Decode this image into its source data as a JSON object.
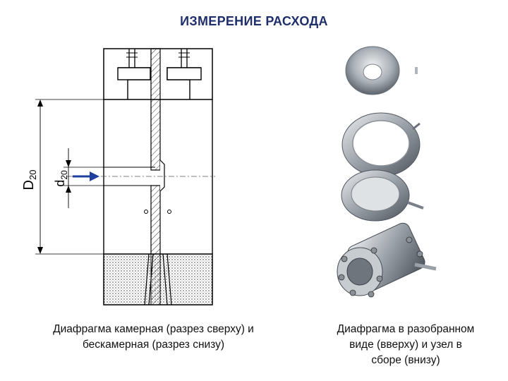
{
  "title": "ИЗМЕРЕНИЕ РАСХОДА",
  "left_caption": {
    "line1": "Диафрагма камерная (разрез сверху) и",
    "line2": "бескамерная (разрез снизу)"
  },
  "right_caption": {
    "line1": "Диафрагма в разобранном",
    "line2": "виде (вверху) и узел в",
    "line3": "сборе (внизу)"
  },
  "dimensions": {
    "big": "D",
    "big_sub": "20",
    "small": "d",
    "small_sub": "20"
  },
  "colors": {
    "title": "#1f2f6b",
    "flow_arrow": "#1f3f9f",
    "metal": "#9aa0a8"
  }
}
